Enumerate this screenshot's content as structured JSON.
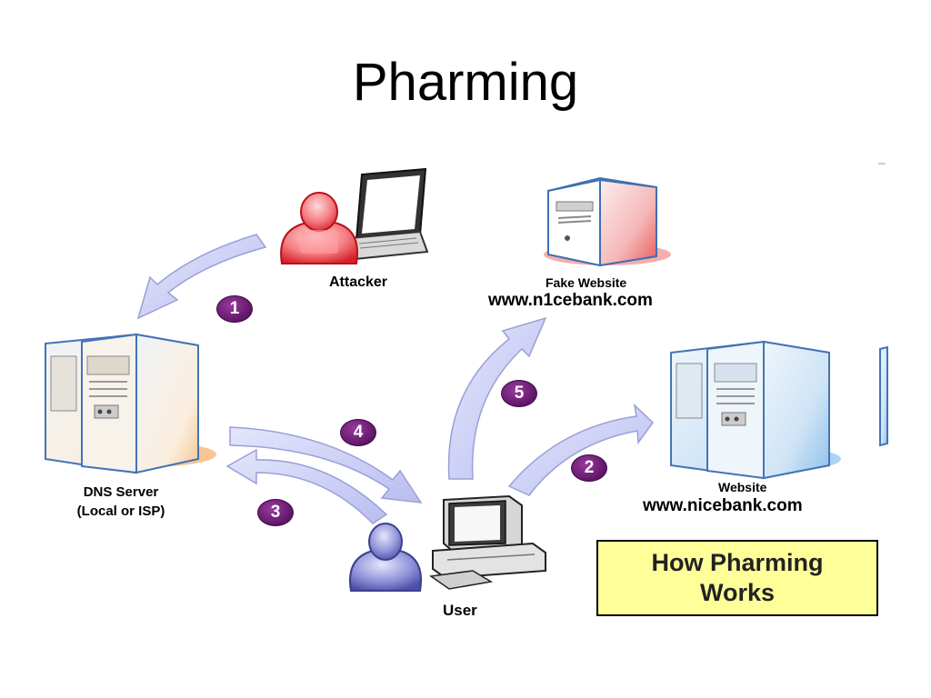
{
  "title": "Pharming",
  "labels": {
    "attacker": "Attacker",
    "fake_website": "Fake Website",
    "fake_url": "www.n1cebank.com",
    "dns_server_line1": "DNS Server",
    "dns_server_line2": "(Local or ISP)",
    "website": "Website",
    "website_url": "www.nicebank.com",
    "user": "User"
  },
  "steps": [
    "1",
    "2",
    "3",
    "4",
    "5"
  ],
  "how_box": {
    "line1": "How Pharming",
    "line2": "Works"
  },
  "colors": {
    "arrow_fill": "#cfd2f6",
    "arrow_stroke": "#9a9fd8",
    "attacker_red": "#e8434a",
    "user_blue": "#5a5fb8",
    "step_purple": "#6b1d75",
    "box_yellow": "#ffff99"
  }
}
